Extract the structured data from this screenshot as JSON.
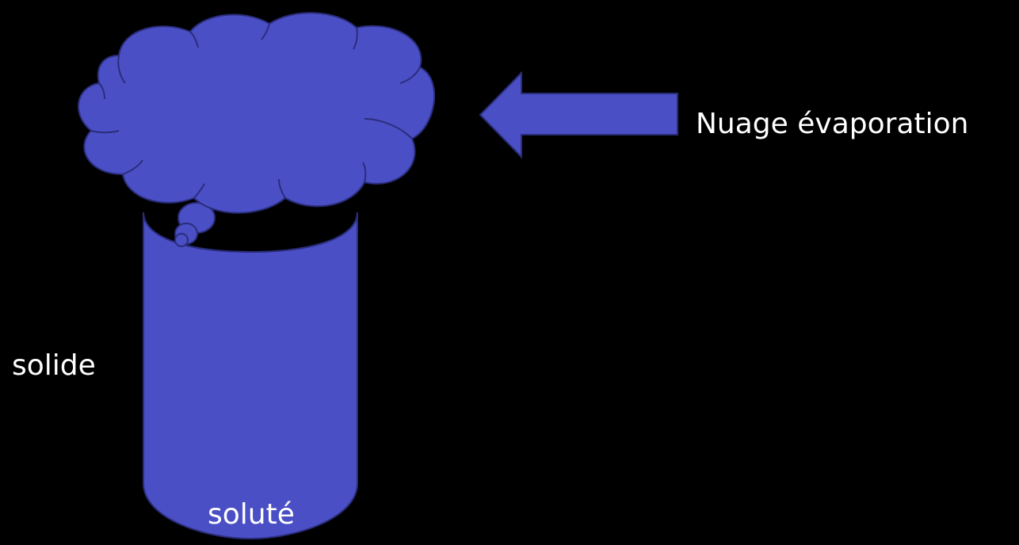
{
  "colors": {
    "background": "#000000",
    "shape_fill": "#4b4fc6",
    "shape_stroke": "#2a2d7a",
    "text": "#ffffff"
  },
  "labels": {
    "cloud": "Nuage évaporation",
    "side": "solide",
    "bottom": "soluté"
  }
}
